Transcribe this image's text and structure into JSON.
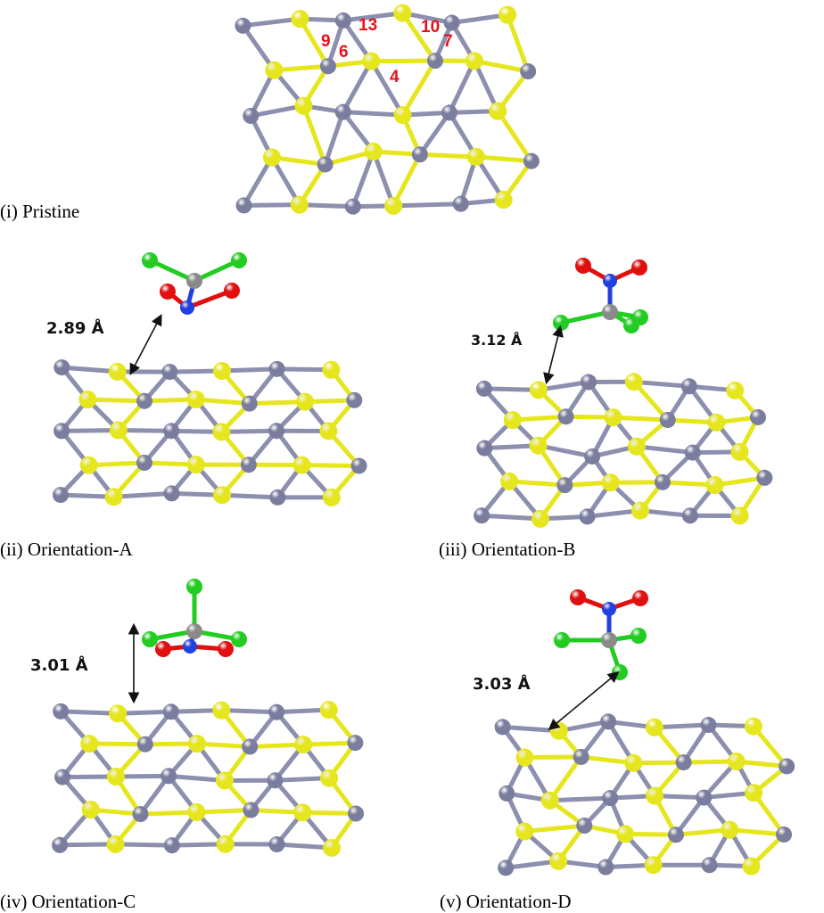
{
  "colors": {
    "metal": "#7a7d9e",
    "sulfur": "#e6e61e",
    "chlorine": "#22cc22",
    "carbon": "#8a8a8a",
    "nitrogen": "#2040e0",
    "oxygen": "#e01010",
    "bond": "#8c8fae",
    "label_red": "#e8101a"
  },
  "panels": [
    {
      "caption": "(i) Pristine",
      "atom_labels": [
        "13",
        "10",
        "9",
        "6",
        "7",
        "4"
      ]
    },
    {
      "caption": "(ii) Orientation-A",
      "distance": "2.89 Å"
    },
    {
      "caption": "(iii) Orientation-B",
      "distance": "3.12 Å"
    },
    {
      "caption": "(iv) Orientation-C",
      "distance": "3.01 Å"
    },
    {
      "caption": "(v) Orientation-D",
      "distance": "3.03 Å"
    }
  ]
}
